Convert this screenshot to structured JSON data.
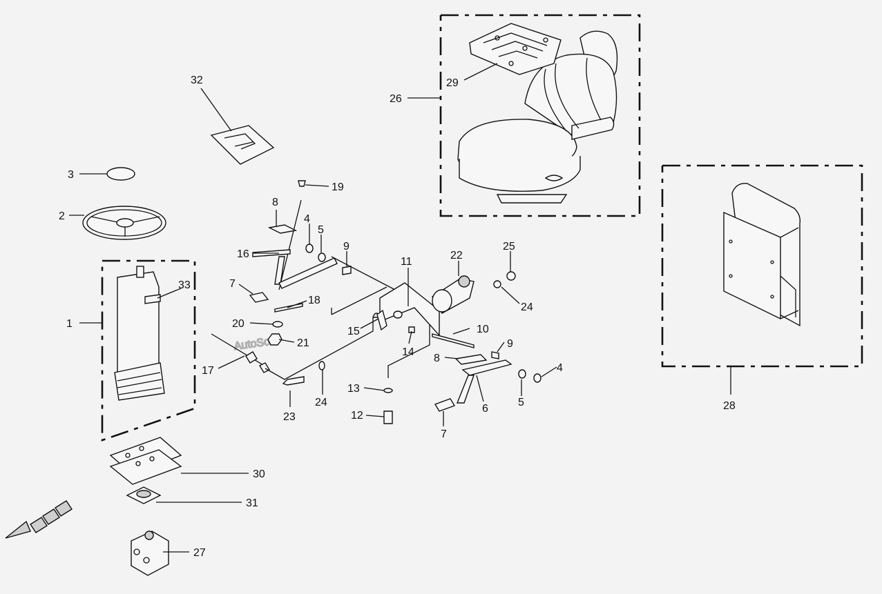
{
  "watermark": "AutoSoft",
  "callouts": [
    {
      "id": "c1",
      "text": "1"
    },
    {
      "id": "c2",
      "text": "2"
    },
    {
      "id": "c3",
      "text": "3"
    },
    {
      "id": "c4a",
      "text": "4"
    },
    {
      "id": "c4b",
      "text": "4"
    },
    {
      "id": "c5a",
      "text": "5"
    },
    {
      "id": "c5b",
      "text": "5"
    },
    {
      "id": "c6",
      "text": "6"
    },
    {
      "id": "c7a",
      "text": "7"
    },
    {
      "id": "c7b",
      "text": "7"
    },
    {
      "id": "c8a",
      "text": "8"
    },
    {
      "id": "c8b",
      "text": "8"
    },
    {
      "id": "c9a",
      "text": "9"
    },
    {
      "id": "c9b",
      "text": "9"
    },
    {
      "id": "c10",
      "text": "10"
    },
    {
      "id": "c11",
      "text": "11"
    },
    {
      "id": "c12",
      "text": "12"
    },
    {
      "id": "c13",
      "text": "13"
    },
    {
      "id": "c14",
      "text": "14"
    },
    {
      "id": "c15",
      "text": "15"
    },
    {
      "id": "c16",
      "text": "16"
    },
    {
      "id": "c17",
      "text": "17"
    },
    {
      "id": "c18",
      "text": "18"
    },
    {
      "id": "c19",
      "text": "19"
    },
    {
      "id": "c20",
      "text": "20"
    },
    {
      "id": "c21",
      "text": "21"
    },
    {
      "id": "c22",
      "text": "22"
    },
    {
      "id": "c23",
      "text": "23"
    },
    {
      "id": "c24a",
      "text": "24"
    },
    {
      "id": "c24b",
      "text": "24"
    },
    {
      "id": "c25",
      "text": "25"
    },
    {
      "id": "c26",
      "text": "26"
    },
    {
      "id": "c27",
      "text": "27"
    },
    {
      "id": "c28",
      "text": "28"
    },
    {
      "id": "c29",
      "text": "29"
    },
    {
      "id": "c30",
      "text": "30"
    },
    {
      "id": "c31",
      "text": "31"
    },
    {
      "id": "c32",
      "text": "32"
    },
    {
      "id": "c33",
      "text": "33"
    }
  ]
}
